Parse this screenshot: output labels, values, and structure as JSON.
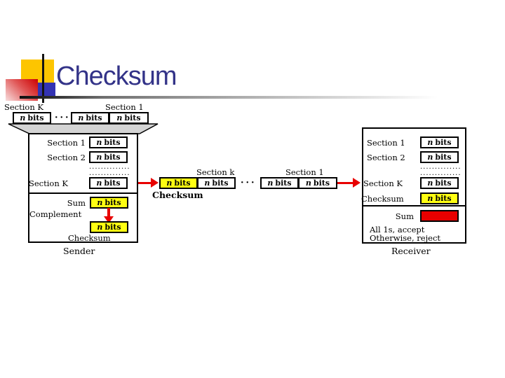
{
  "slide": {
    "title": "Checksum"
  },
  "labels": {
    "n": "n",
    "bits": "bits",
    "dots_row": "..............",
    "ellipsis": "···"
  },
  "top_frame": {
    "left_label": "Section K",
    "right_label": "Section 1"
  },
  "sender": {
    "row1": "Section 1",
    "row2": "Section 2",
    "row3": "Section K",
    "sum_label": "Sum",
    "complement_label": "Complement",
    "checksum_label": "Checksum",
    "caption": "Sender"
  },
  "transit": {
    "left_section_label": "Section k",
    "right_section_label": "Section 1",
    "checksum_label": "Checksum"
  },
  "receiver": {
    "row1": "Section 1",
    "row2": "Section 2",
    "row3": "Section K",
    "checksum_label": "Checksum",
    "sum_label": "Sum",
    "accept_text": "All 1s, accept",
    "reject_text": "Otherwise, reject",
    "caption": "Receiver"
  },
  "colors": {
    "title": "#333388",
    "highlight_yellow": "#ffff12",
    "arrow_red": "#e80000",
    "funnel_gray": "#d4d4d4"
  }
}
